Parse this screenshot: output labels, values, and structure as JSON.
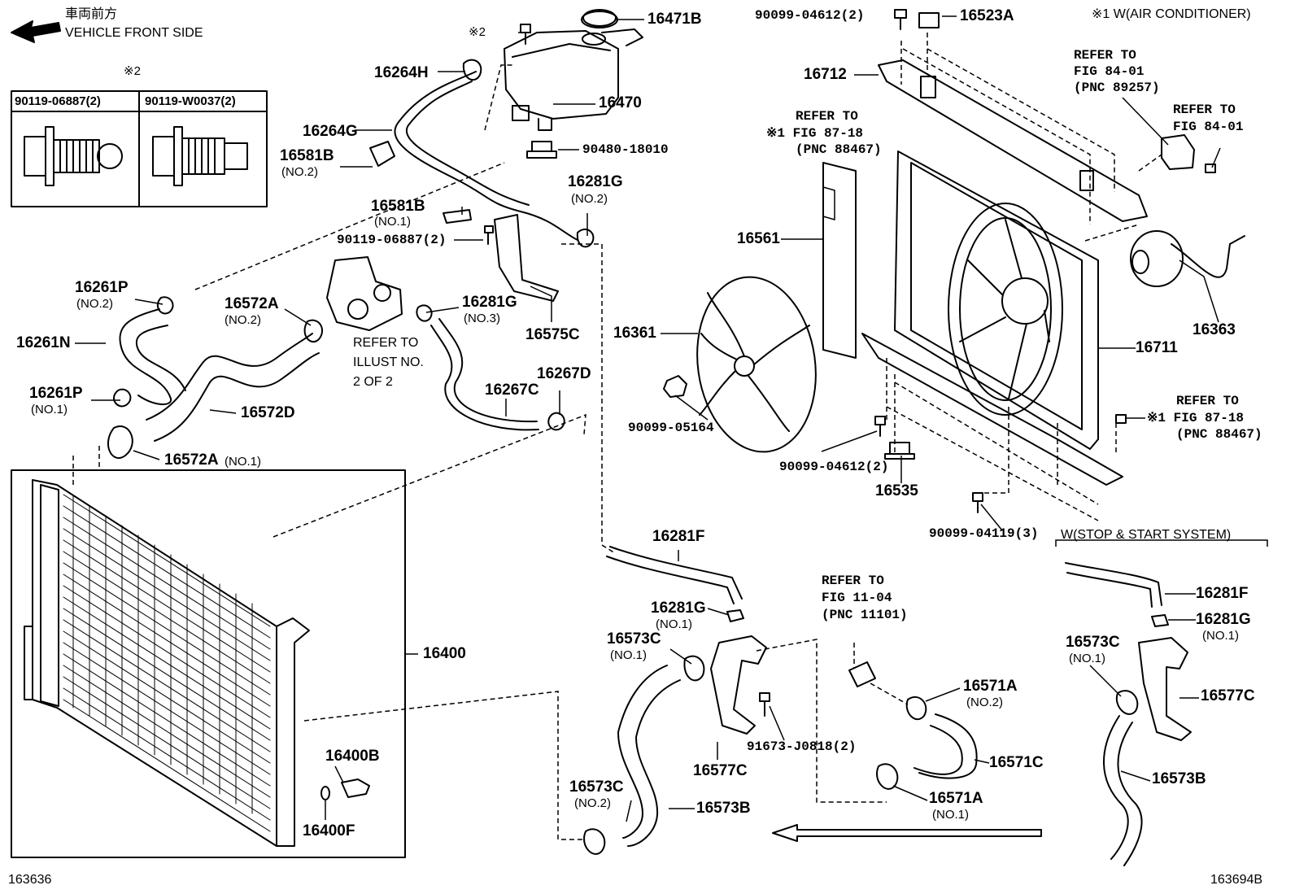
{
  "header": {
    "front_jp": "車両前方",
    "front_en": "VEHICLE FRONT SIDE",
    "note1": "※1 W(AIR CONDITIONER)",
    "ss_system": "W(STOP & START SYSTEM)"
  },
  "inset": {
    "mark": "※2",
    "left_part": "90119-06887(2)",
    "right_part": "90119-W0037(2)"
  },
  "labels": {
    "p16471B": "16471B",
    "p16523A": "16523A",
    "p90099_04612_top": "90099-04612(2)",
    "mark2": "※2",
    "p16264H": "16264H",
    "p16470": "16470",
    "p16264G": "16264G",
    "p16581B_2": "16581B",
    "sub_no2_a": "(NO.2)",
    "p90480_18010": "90480-18010",
    "p16281G_2": "16281G",
    "sub_no2_b": "(NO.2)",
    "p16581B_1": "16581B",
    "sub_no1_a": "(NO.1)",
    "p90119_06887": "90119-06887(2)",
    "p16261P_2": "16261P",
    "sub_no2_c": "(NO.2)",
    "p16572A_2": "16572A",
    "sub_no2_d": "(NO.2)",
    "p16281G_3": "16281G",
    "sub_no3": "(NO.3)",
    "p16575C": "16575C",
    "p16261N": "16261N",
    "refer_illust_1": "REFER TO",
    "refer_illust_2": "ILLUST NO.",
    "refer_illust_3": "2 OF 2",
    "p16267D": "16267D",
    "p16267C": "16267C",
    "p16261P_1": "16261P",
    "sub_no1_b": "(NO.1)",
    "p16572D": "16572D",
    "p16572A_1": "16572A",
    "sub_no1_c": "(NO.1)",
    "p16712": "16712",
    "refer_8718a_1": "REFER TO",
    "refer_8718a_2": "※1 FIG 87-18",
    "refer_8718a_3": "(PNC 88467)",
    "refer_8401a_1": "REFER TO",
    "refer_8401a_2": "FIG 84-01",
    "refer_8401a_3": "(PNC 89257)",
    "refer_8401b_1": "REFER TO",
    "refer_8401b_2": "FIG 84-01",
    "p16561": "16561",
    "p16361": "16361",
    "p16363": "16363",
    "p16711": "16711",
    "p90099_05164": "90099-05164",
    "p90099_04612_bot": "90099-04612(2)",
    "p16535": "16535",
    "refer_8718b_1": "REFER TO",
    "refer_8718b_2": "※1 FIG 87-18",
    "refer_8718b_3": "(PNC 88467)",
    "p90099_04119": "90099-04119(3)",
    "p16400": "16400",
    "p16400B": "16400B",
    "p16400F": "16400F",
    "p16281F": "16281F",
    "p16281G_1": "16281G",
    "sub_no1_d": "(NO.1)",
    "p16573C_1": "16573C",
    "sub_no1_e": "(NO.1)",
    "refer_1104_1": "REFER TO",
    "refer_1104_2": "FIG 11-04",
    "refer_1104_3": "(PNC 11101)",
    "p16571A_2": "16571A",
    "sub_no2_e": "(NO.2)",
    "p91673": "91673-J0818(2)",
    "p16577C": "16577C",
    "p16571C": "16571C",
    "p16571A_1": "16571A",
    "sub_no1_f": "(NO.1)",
    "p16573C_2": "16573C",
    "sub_no2_f": "(NO.2)",
    "p16573B": "16573B",
    "ss_16281F": "16281F",
    "ss_16281G": "16281G",
    "ss_sub_no1_a": "(NO.1)",
    "ss_16573C": "16573C",
    "ss_sub_no1_b": "(NO.1)",
    "ss_16577C": "16577C",
    "ss_16573B": "16573B",
    "code_left": "163636",
    "code_right": "163694B"
  }
}
